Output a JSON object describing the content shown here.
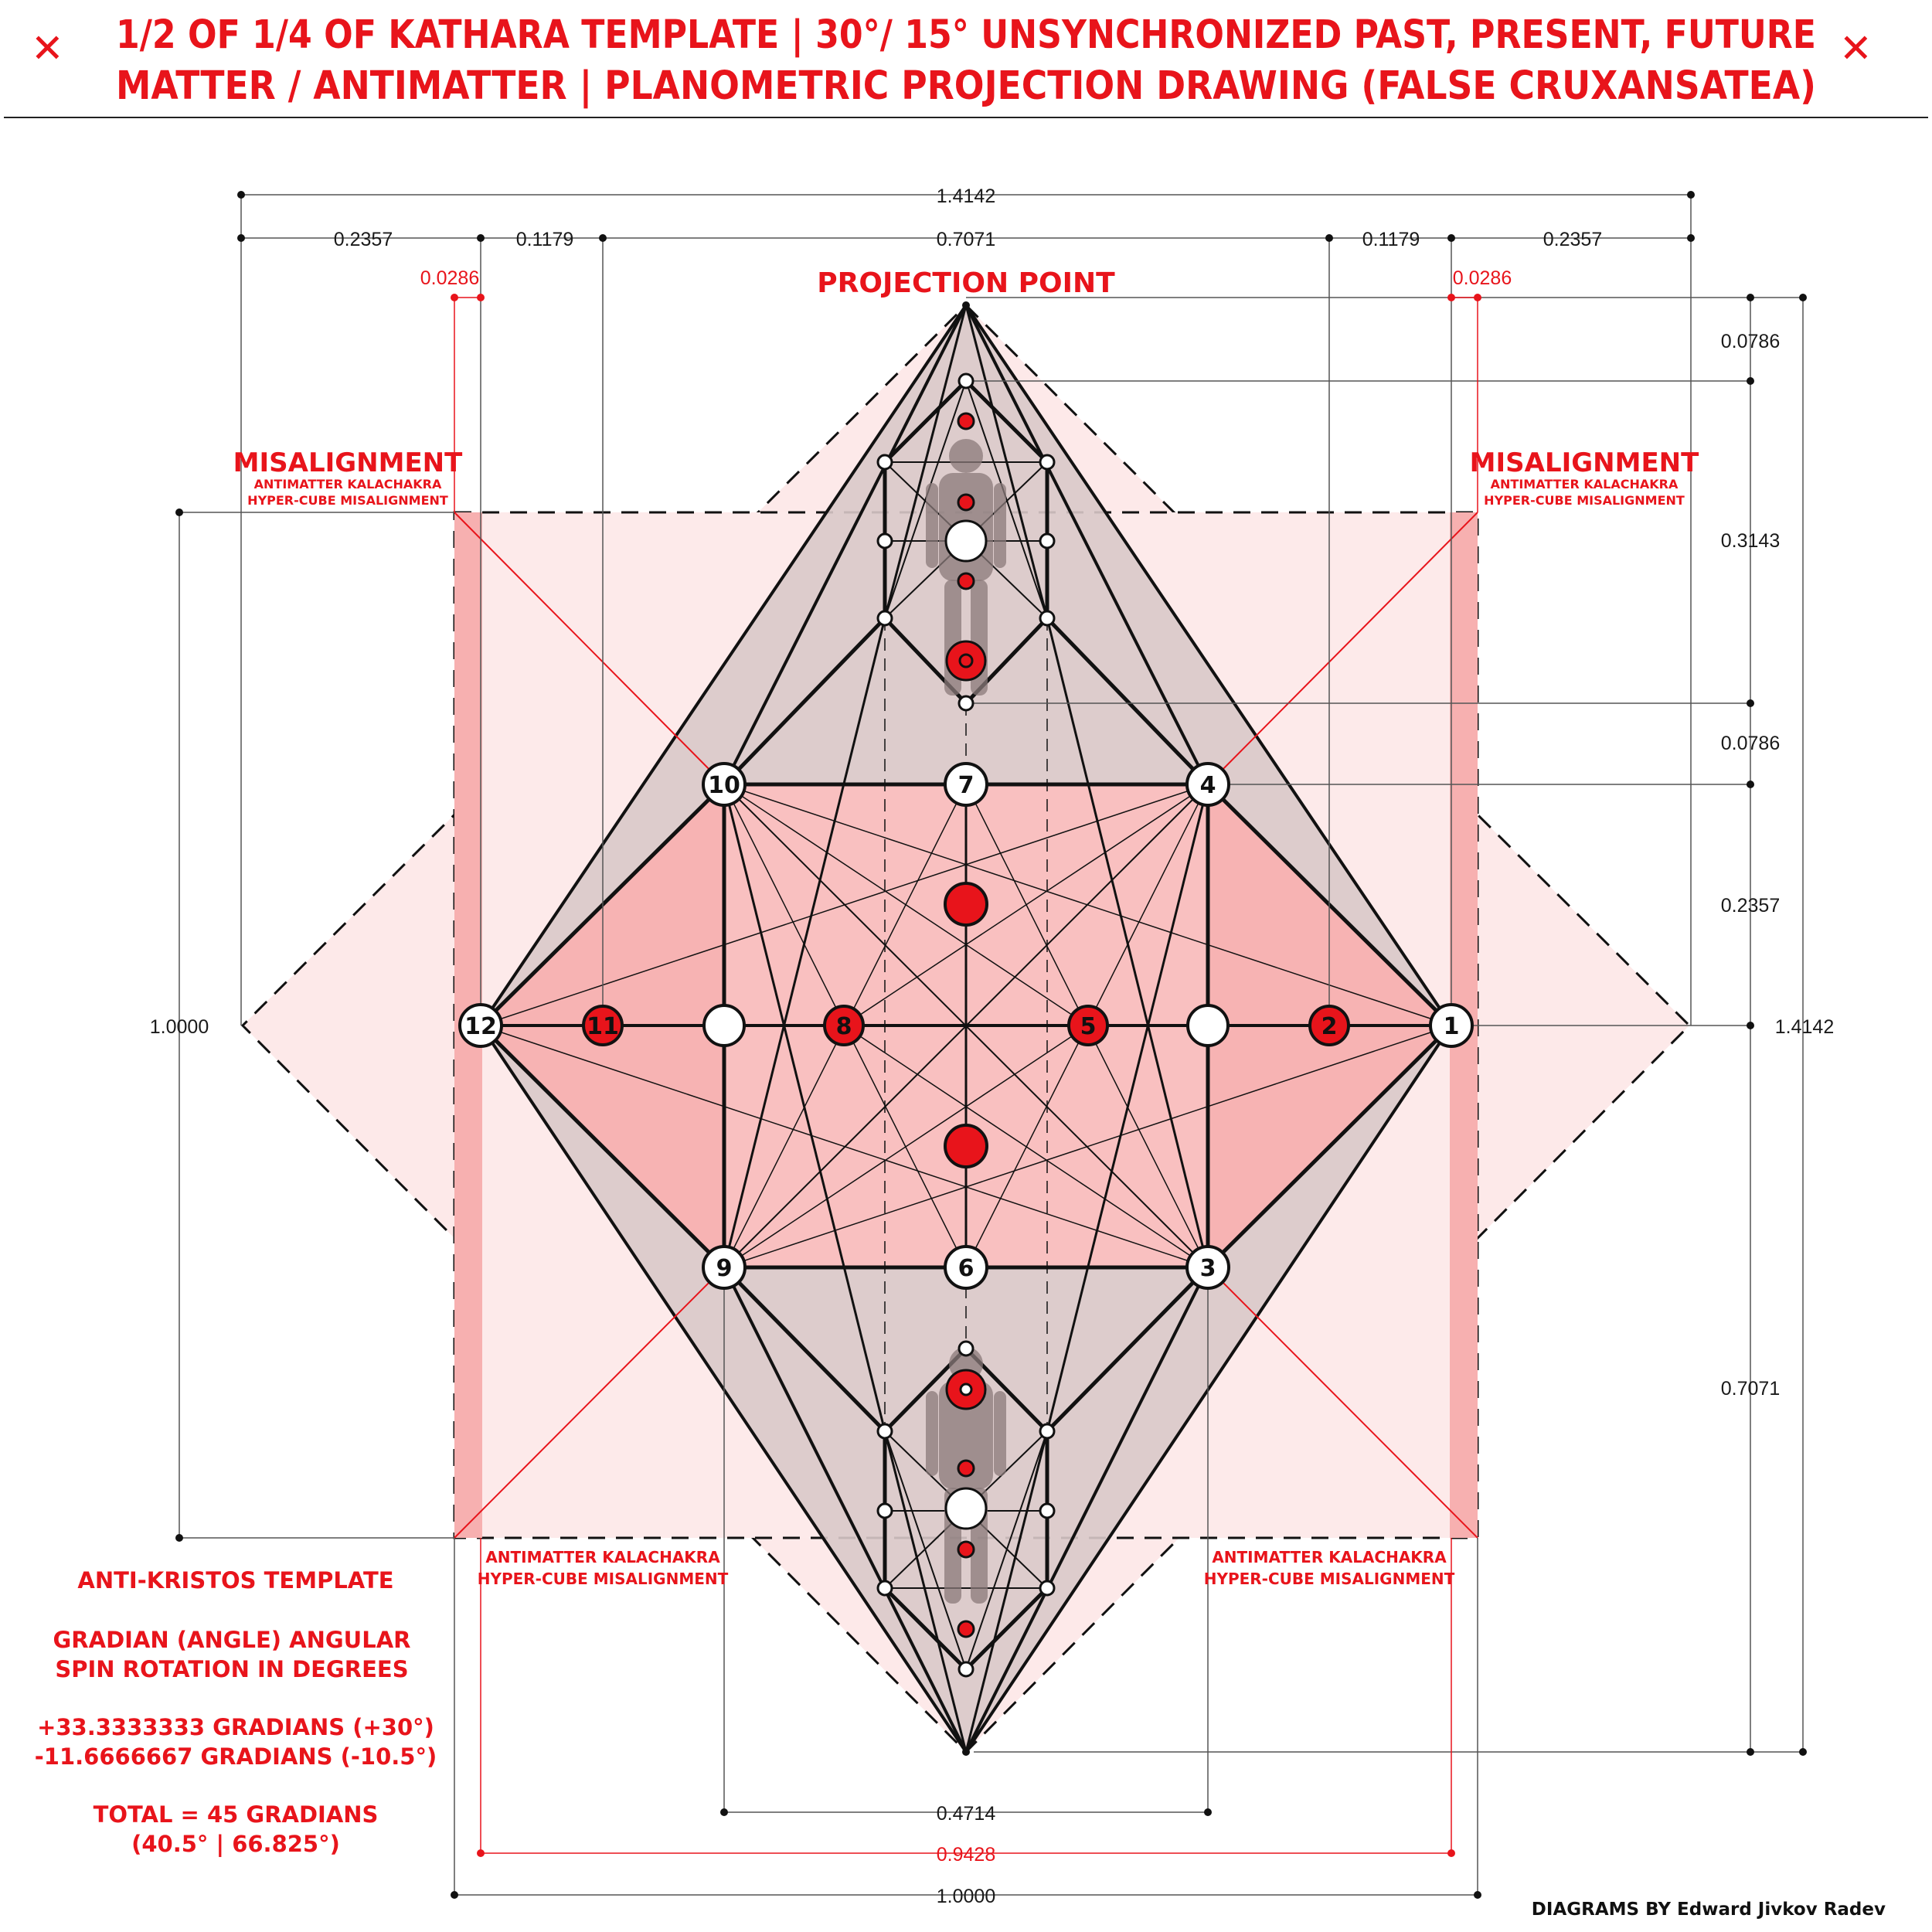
{
  "header": {
    "title_line1": "1/2 OF 1/4 OF KATHARA TEMPLATE | 30°/ 15° UNSYNCHRONIZED PAST, PRESENT, FUTURE",
    "title_line2": "MATTER / ANTIMATTER | PLANOMETRIC PROJECTION DRAWING (FALSE CRUXANSATEA)",
    "x_mark": "✕",
    "accent_color": "#e8141b"
  },
  "dimensions": {
    "top_total": "1.4142",
    "top_left_outer": "0.2357",
    "top_left_inner": "0.1179",
    "top_center": "0.7071",
    "top_right_inner": "0.1179",
    "top_right_outer": "0.2357",
    "top_left_red": "0.0286",
    "top_right_red": "0.0286",
    "right_1": "0.0786",
    "right_2": "0.3143",
    "right_3": "0.0786",
    "right_4": "0.2357",
    "right_5": "0.7071",
    "right_total": "1.4142",
    "left_total": "1.0000",
    "bottom_1": "0.4714",
    "bottom_2_red": "0.9428",
    "bottom_3": "1.0000"
  },
  "labels": {
    "projection_point": "PROJECTION POINT",
    "misalignment": "MISALIGNMENT",
    "misalignment_sub1": "ANTIMATTER KALACHAKRA",
    "misalignment_sub2": "HYPER-CUBE MISALIGNMENT",
    "bottom_sub1": "ANTIMATTER KALACHAKRA",
    "bottom_sub2": "HYPER-CUBE MISALIGNMENT"
  },
  "info": {
    "line1": "ANTI-KRISTOS TEMPLATE",
    "line2": "GRADIAN (ANGLE) ANGULAR",
    "line3": "SPIN ROTATION IN DEGREES",
    "line4": "+33.3333333 GRADIANS (+30°)",
    "line5": "-11.6666667 GRADIANS (-10.5°)",
    "line6": "TOTAL = 45 GRADIANS",
    "line7": "(40.5° | 66.825°)"
  },
  "nodes": {
    "n1": "1",
    "n2": "2",
    "n3": "3",
    "n4": "4",
    "n5": "5",
    "n6": "6",
    "n7": "7",
    "n8": "8",
    "n9": "9",
    "n10": "10",
    "n11": "11",
    "n12": "12"
  },
  "credit": "DIAGRAMS BY Edward Jivkov Radev"
}
